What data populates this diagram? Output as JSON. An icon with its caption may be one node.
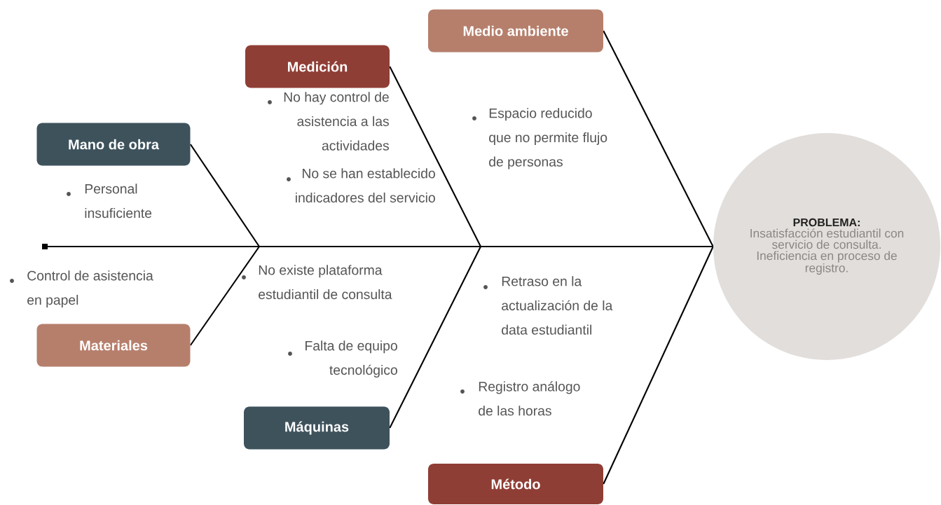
{
  "diagram": {
    "nodes": [
      {
        "text": [
          "Mano de obra"
        ]
      },
      {
        "text": [
          "Medición"
        ]
      },
      {
        "text": [
          "Medio ambiente"
        ]
      },
      {
        "text": [
          "Materiales"
        ]
      },
      {
        "text": [
          "Máquinas"
        ]
      },
      {
        "text": [
          "Método"
        ]
      },
      {
        "text": [
          "PROBLEMA:",
          "Insatisfacción estudiantil con servicio de consulta. Ineficiencia en proceso de registro."
        ]
      }
    ],
    "edges": [
      {
        "from": null,
        "to": 6,
        "arrow": "other"
      },
      {
        "from": 0,
        "to": 6,
        "arrow": "none"
      },
      {
        "from": 3,
        "to": 6,
        "arrow": "none"
      },
      {
        "from": 1,
        "to": 6,
        "arrow": "none"
      },
      {
        "from": 4,
        "to": 6,
        "arrow": "none"
      },
      {
        "from": 2,
        "to": 6,
        "arrow": "none"
      },
      {
        "from": 5,
        "to": 6,
        "arrow": "none"
      }
    ],
    "labels": [
      "Personal insuficiente",
      "Control de asistencia en papel",
      "No hay control de asistencia a las actividades",
      "No se han establecido indicadores del servicio",
      "No existe plataforma estudiantil de consulta",
      "Falta de equipo tecnológico",
      "Espacio reducido que no permite flujo de personas",
      "Retraso en la actualización de la data estudiantil",
      "Registro análogo de las horas"
    ]
  }
}
